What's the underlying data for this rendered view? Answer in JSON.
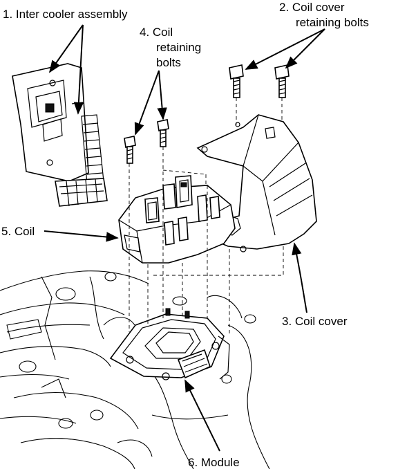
{
  "labels": {
    "intercooler": "1. Inter cooler assembly",
    "coil_cover_bolts_line1": "2. Coil cover",
    "coil_cover_bolts_line2": "retaining bolts",
    "coil_cover": "3. Coil cover",
    "coil_bolts_line1": "4. Coil",
    "coil_bolts_line2": "retaining",
    "coil_bolts_line3": "bolts",
    "coil": "5. Coil",
    "module": "6. Module"
  }
}
